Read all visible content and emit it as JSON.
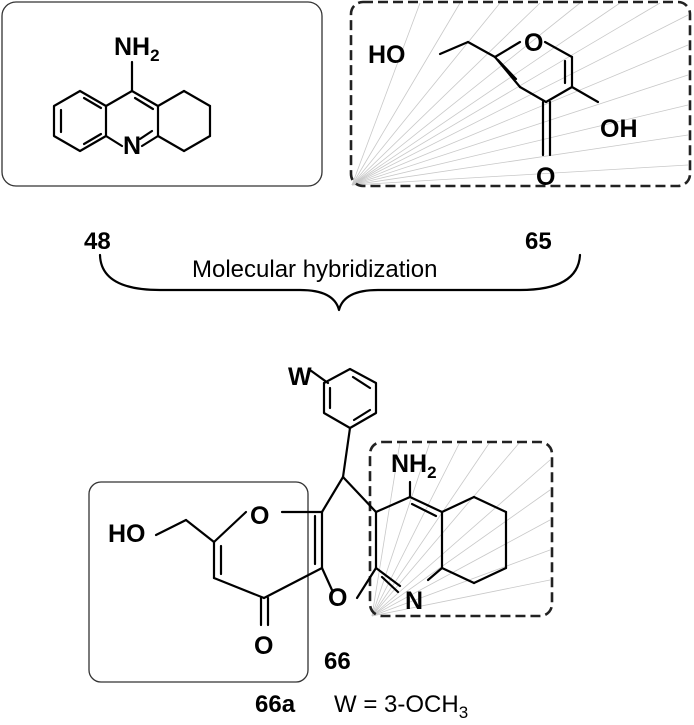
{
  "compounds": {
    "tacrine": {
      "label": "48",
      "atoms": {
        "amine": "NH",
        "amine_sub": "2",
        "ring_n": "N"
      }
    },
    "kojic_acid": {
      "label": "65",
      "atoms": {
        "hydroxymethyl": "HO",
        "ring_o": "O",
        "hydroxyl": "OH",
        "carbonyl": "O"
      }
    },
    "hybrid": {
      "label": "66",
      "atoms": {
        "substituent": "W",
        "amine": "NH",
        "amine_sub": "2",
        "hydroxymethyl": "HO",
        "ring_o_top": "O",
        "ring_o_bottom": "O",
        "ring_n": "N",
        "carbonyl": "O"
      }
    }
  },
  "process_label": "Molecular hybridization",
  "derivative": {
    "label": "66a",
    "substituent_text": "W = 3-OCH",
    "substituent_sub": "3"
  },
  "colors": {
    "stroke": "#000000",
    "ray": "#c8c8c8",
    "frame": "#333333"
  }
}
